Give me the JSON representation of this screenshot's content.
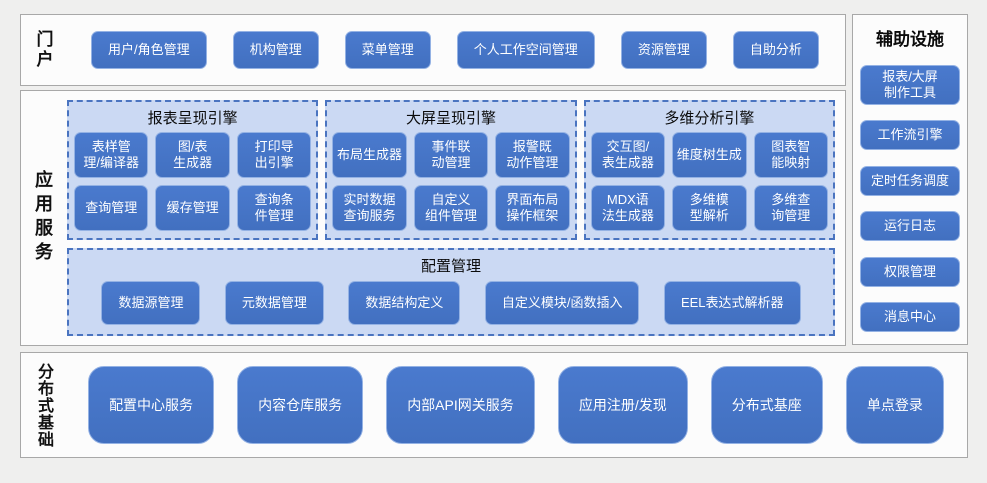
{
  "colors": {
    "accent": "#4472c4",
    "chip_border": "#94b2e4",
    "group_bg": "#cbd9f3",
    "group_dashed_border": "#4a74c0",
    "section_border": "#a8a8a8",
    "section_bg": "#fcfcfc",
    "page_bg": "#efefee",
    "chip_text": "#ffffff"
  },
  "portal": {
    "label": "门户",
    "items": [
      "用户/角色管理",
      "机构管理",
      "菜单管理",
      "个人工作空间管理",
      "资源管理",
      "自助分析"
    ]
  },
  "app_services": {
    "label": "应用服务",
    "engines": [
      {
        "title": "报表呈现引擎",
        "items": [
          "表样管理/编译器",
          "图/表生成器",
          "打印导出引擎",
          "查询管理",
          "缓存管理",
          "查询条件管理"
        ]
      },
      {
        "title": "大屏呈现引擎",
        "items": [
          "布局生成器",
          "事件联动管理",
          "报警既动作管理",
          "实时数据查询服务",
          "自定义组件管理",
          "界面布局操作框架"
        ]
      },
      {
        "title": "多维分析引擎",
        "items": [
          "交互图/表生成器",
          "维度树生成",
          "图表智能映射",
          "MDX语法生成器",
          "多维模型解析",
          "多维查询管理"
        ]
      }
    ],
    "config": {
      "title": "配置管理",
      "items": [
        "数据源管理",
        "元数据管理",
        "数据结构定义",
        "自定义模块/函数插入",
        "EEL表达式解析器"
      ]
    }
  },
  "foundation": {
    "label": "分布式基础",
    "items": [
      "配置中心服务",
      "内容仓库服务",
      "内部API网关服务",
      "应用注册/发现",
      "分布式基座",
      "单点登录"
    ]
  },
  "auxiliary": {
    "title": "辅助设施",
    "items": [
      "报表/大屏制作工具",
      "工作流引擎",
      "定时任务调度",
      "运行日志",
      "权限管理",
      "消息中心"
    ]
  }
}
